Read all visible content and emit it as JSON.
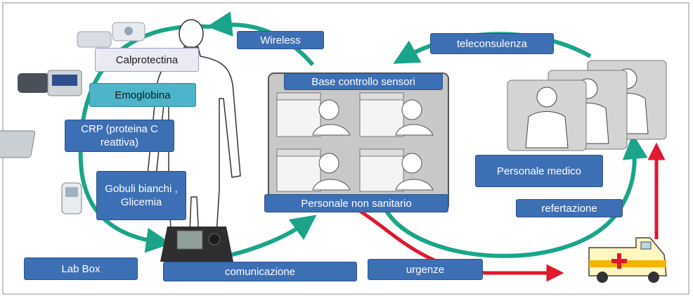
{
  "tests": {
    "calprotectina": "Calprotectina",
    "emoglobina": "Emoglobina",
    "crp": "CRP (proteina C reattiva)",
    "gobuli": "Gobuli bianchi , Glicemia"
  },
  "flow": {
    "wireless": "Wireless",
    "base": "Base controllo sensori",
    "personale_non_sanitario": "Personale non sanitario",
    "teleconsulenza": "teleconsulenza",
    "personale_medico": "Personale medico",
    "refertazione": "refertazione",
    "lab_box": "Lab Box",
    "comunicazione": "comunicazione",
    "urgenze": "urgenze"
  },
  "colors": {
    "teal_arrow": "#1aa58a",
    "red_arrow": "#e0182d",
    "label_blue": "#3d6fb4"
  }
}
